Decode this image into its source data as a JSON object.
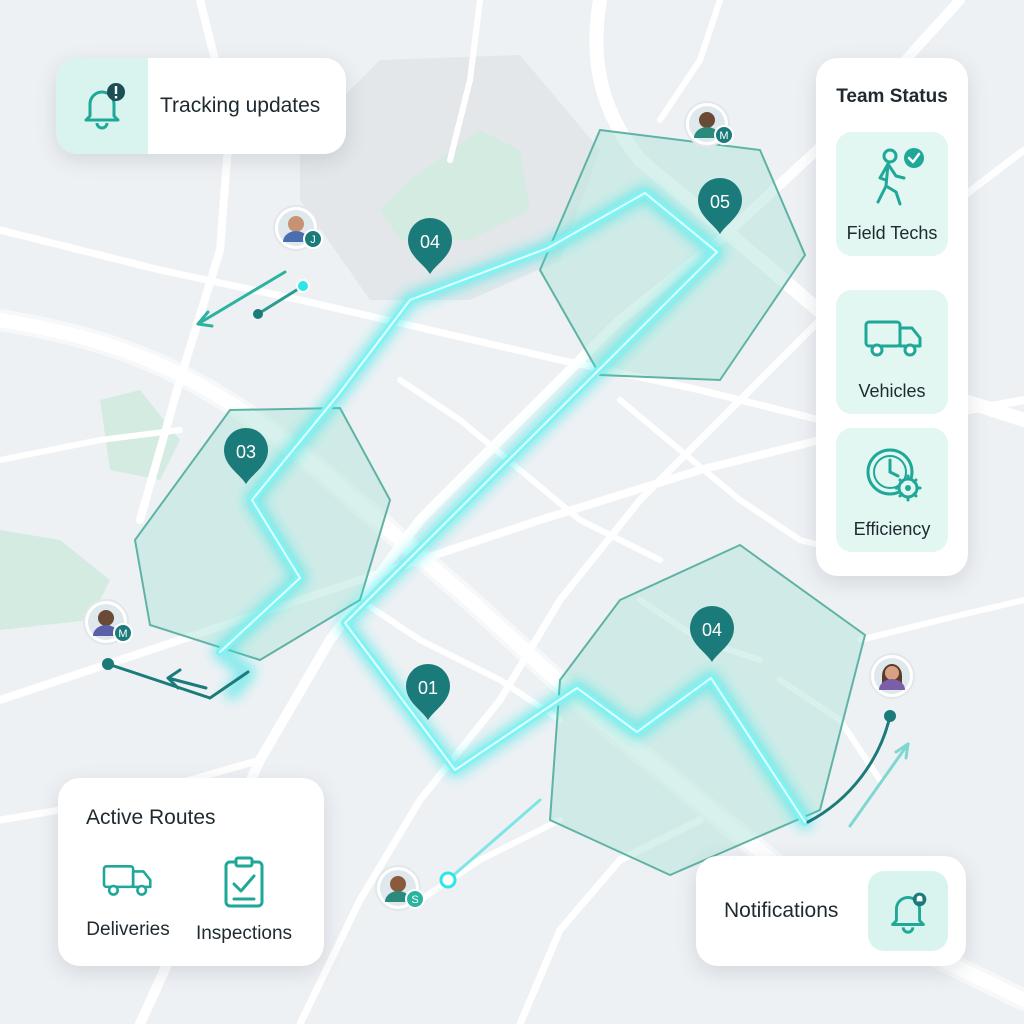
{
  "tracking_card": {
    "label": "Tracking updates",
    "icon": "bell-alert-icon"
  },
  "team_status": {
    "title": "Team Status",
    "items": [
      {
        "label": "Field Techs",
        "icon": "walking-person-check-icon"
      },
      {
        "label": "Vehicles",
        "icon": "truck-icon"
      },
      {
        "label": "Efficiency",
        "icon": "clock-gear-icon"
      }
    ]
  },
  "active_routes": {
    "title": "Active Routes",
    "items": [
      {
        "label": "Deliveries",
        "icon": "truck-icon"
      },
      {
        "label": "Inspections",
        "icon": "clipboard-check-icon"
      }
    ]
  },
  "notifications": {
    "label": "Notifications",
    "icon": "bell-icon"
  },
  "map": {
    "stops": [
      "01",
      "03",
      "04",
      "05",
      "04"
    ],
    "team_members": [
      "M",
      "J",
      "M",
      "S",
      ""
    ]
  },
  "colors": {
    "route": "#2ee6e6",
    "pin": "#1b7a7a",
    "accent": "#2bb3a0",
    "zone": "#9fdcd0",
    "card_tile": "#d9f4ef"
  }
}
